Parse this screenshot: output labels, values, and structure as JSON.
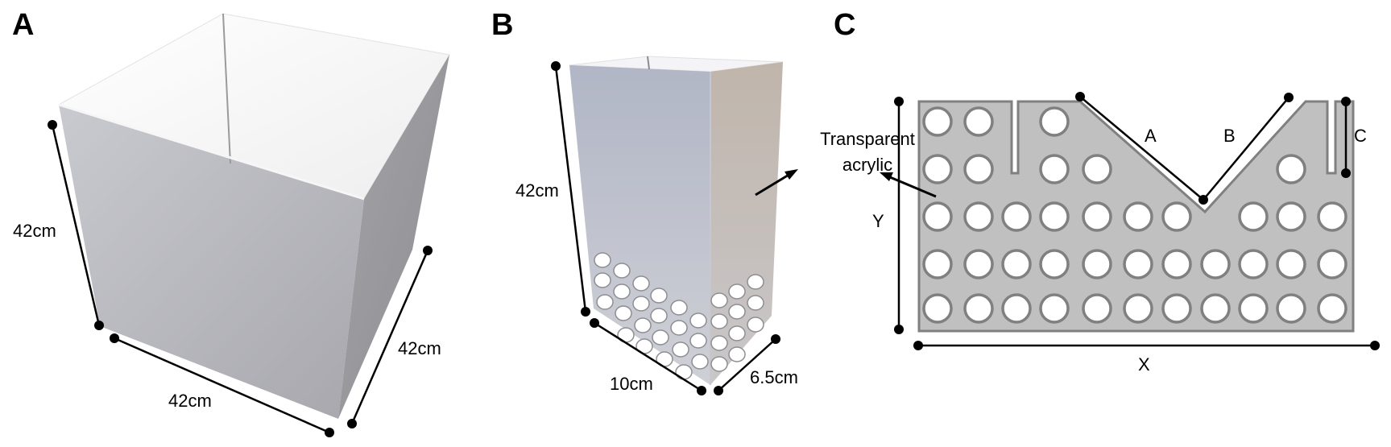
{
  "panels": {
    "a": {
      "letter": "A",
      "dim_height": "42cm",
      "dim_width": "42cm",
      "dim_depth": "42cm"
    },
    "b": {
      "letter": "B",
      "dim_height": "42cm",
      "dim_width": "10cm",
      "dim_depth": "6.5cm",
      "material_label_line1": "Transparent",
      "material_label_line2": "acrylic"
    },
    "c": {
      "letter": "C",
      "label_a": "A",
      "label_b": "B",
      "label_c": "C",
      "axis_x": "X",
      "axis_y": "Y"
    }
  },
  "colors": {
    "plate_fill": "#c0c0c0",
    "plate_stroke": "#808080",
    "hole_fill": "#ffffff"
  }
}
